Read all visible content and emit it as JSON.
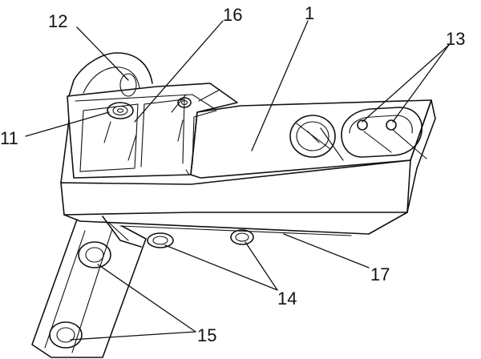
{
  "labels": {
    "l1": "1",
    "l11": "11",
    "l12": "12",
    "l13": "13",
    "l14": "14",
    "l15": "15",
    "l16": "16",
    "l17": "17"
  }
}
